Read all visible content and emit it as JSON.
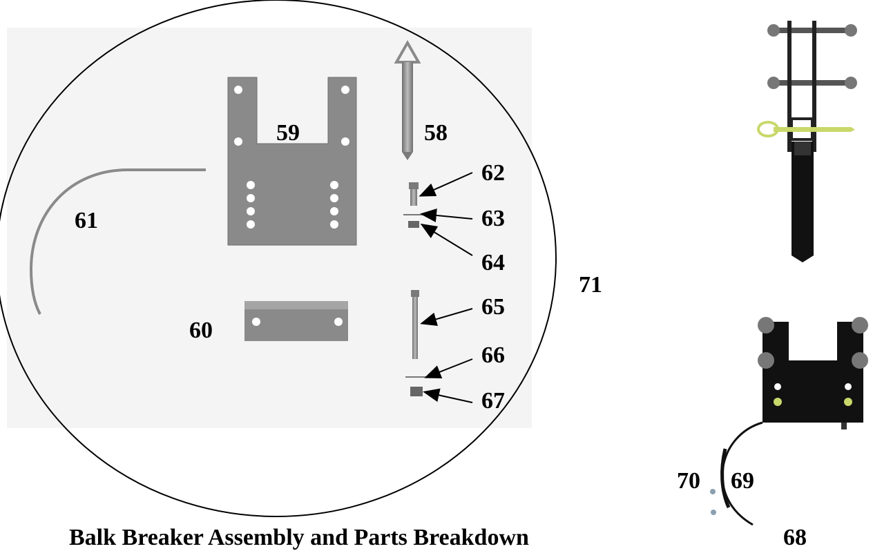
{
  "caption": "Balk Breaker Assembly and Parts Breakdown",
  "labels": {
    "p58": "58",
    "p59": "59",
    "p60": "60",
    "p61": "61",
    "p62": "62",
    "p63": "63",
    "p64": "64",
    "p65": "65",
    "p66": "66",
    "p67": "67",
    "p68": "68",
    "p69": "69",
    "p70": "70",
    "p71": "71"
  },
  "colors": {
    "part_gray": "#8c8c8c",
    "part_dark": "#555555",
    "background_panel": "#f2f2f2",
    "assembly_black": "#111111",
    "pin_yellow": "#c9d86a"
  }
}
